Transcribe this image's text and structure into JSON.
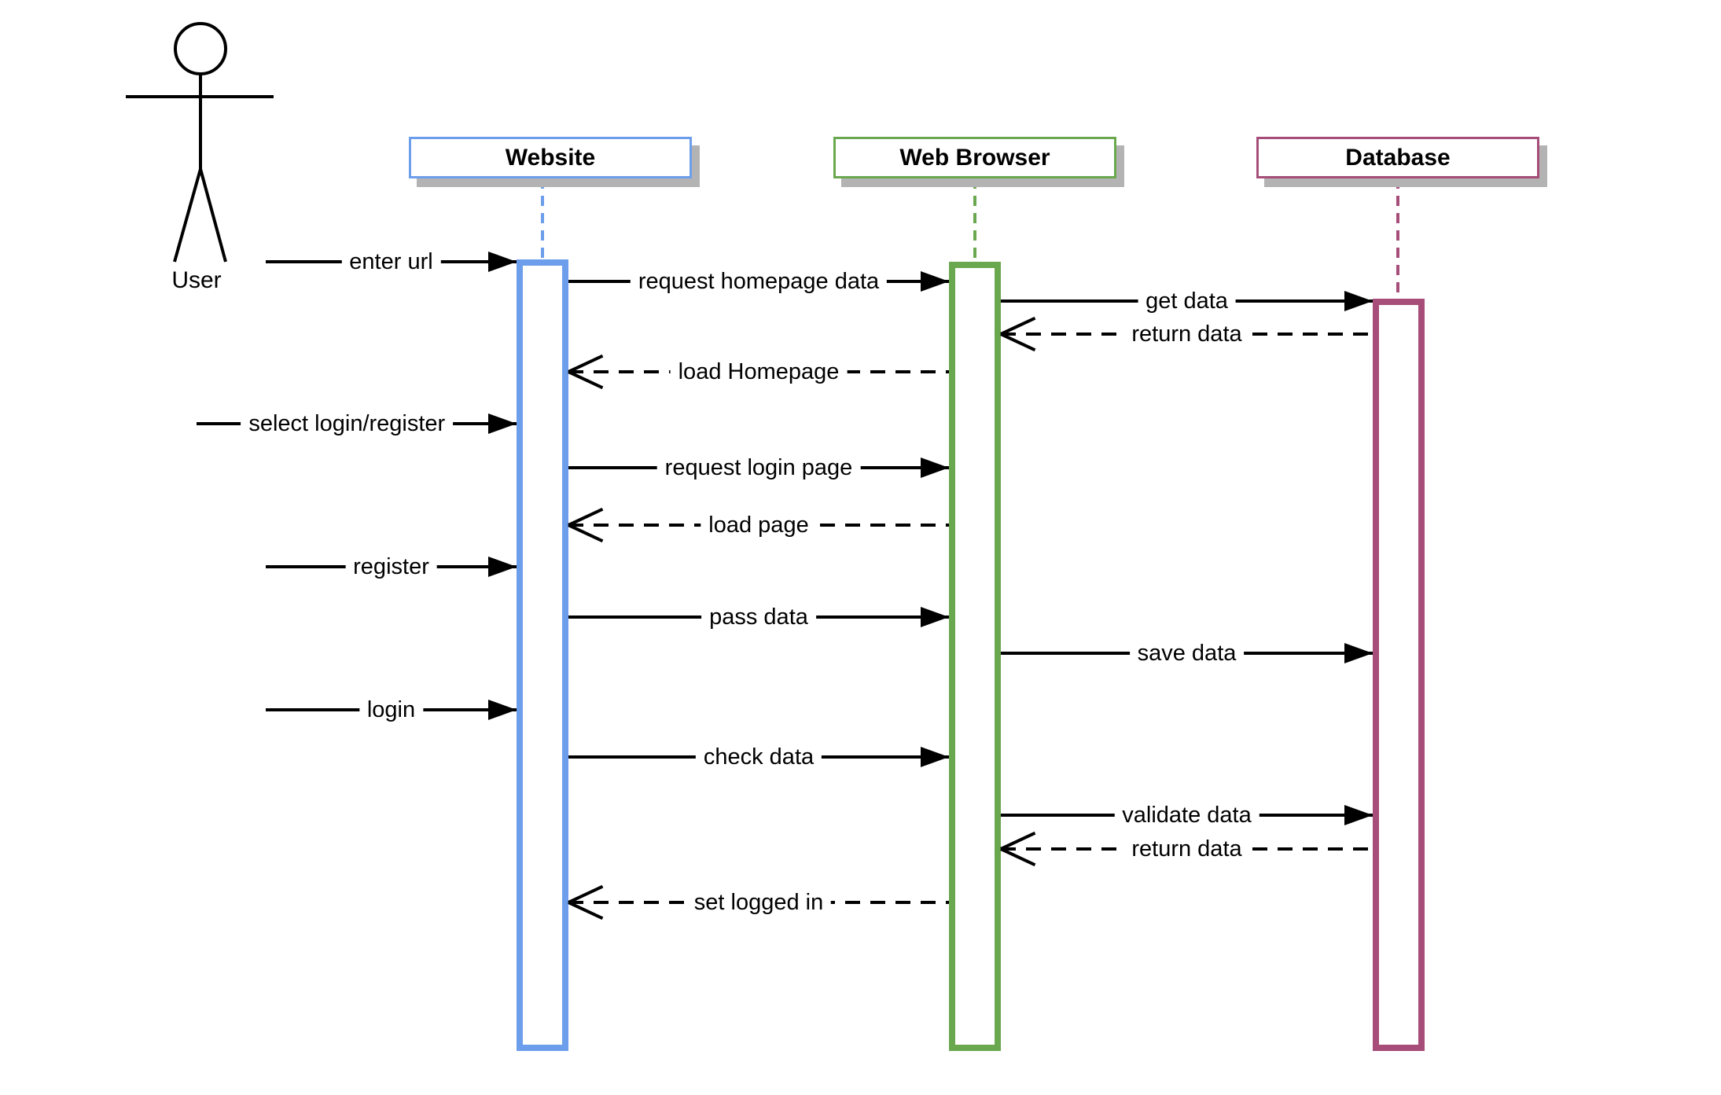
{
  "diagram": {
    "type": "uml-sequence-diagram",
    "actor": {
      "label": "User"
    },
    "participants": [
      {
        "id": "website",
        "label": "Website",
        "color": "#6d9eeb"
      },
      {
        "id": "web_browser",
        "label": "Web Browser",
        "color": "#6aa84f"
      },
      {
        "id": "database",
        "label": "Database",
        "color": "#a64d79"
      }
    ],
    "colors": {
      "website_accent": "#6d9eeb",
      "browser_accent": "#6aa84f",
      "database_accent": "#a64d79",
      "header_shadow": "#b3b3b3",
      "message_line": "#000000",
      "background": "#ffffff"
    },
    "messages": [
      {
        "label": "enter url",
        "from": "User",
        "to": "Website",
        "kind": "solid"
      },
      {
        "label": "request homepage data",
        "from": "Website",
        "to": "Web Browser",
        "kind": "solid"
      },
      {
        "label": "get data",
        "from": "Web Browser",
        "to": "Database",
        "kind": "solid"
      },
      {
        "label": "return data",
        "from": "Database",
        "to": "Web Browser",
        "kind": "return"
      },
      {
        "label": "load Homepage",
        "from": "Web Browser",
        "to": "Website",
        "kind": "return"
      },
      {
        "label": "select login/register",
        "from": "User",
        "to": "Website",
        "kind": "solid"
      },
      {
        "label": "request login page",
        "from": "Website",
        "to": "Web Browser",
        "kind": "solid"
      },
      {
        "label": "load page",
        "from": "Web Browser",
        "to": "Website",
        "kind": "return"
      },
      {
        "label": "register",
        "from": "User",
        "to": "Website",
        "kind": "solid"
      },
      {
        "label": "pass data",
        "from": "Website",
        "to": "Web Browser",
        "kind": "solid"
      },
      {
        "label": "save data",
        "from": "Web Browser",
        "to": "Database",
        "kind": "solid"
      },
      {
        "label": "login",
        "from": "User",
        "to": "Website",
        "kind": "solid"
      },
      {
        "label": "check data",
        "from": "Website",
        "to": "Web Browser",
        "kind": "solid"
      },
      {
        "label": "validate data",
        "from": "Web Browser",
        "to": "Database",
        "kind": "solid"
      },
      {
        "label": "return data",
        "from": "Database",
        "to": "Web Browser",
        "kind": "return"
      },
      {
        "label": "set logged in",
        "from": "Web Browser",
        "to": "Website",
        "kind": "return"
      }
    ]
  }
}
